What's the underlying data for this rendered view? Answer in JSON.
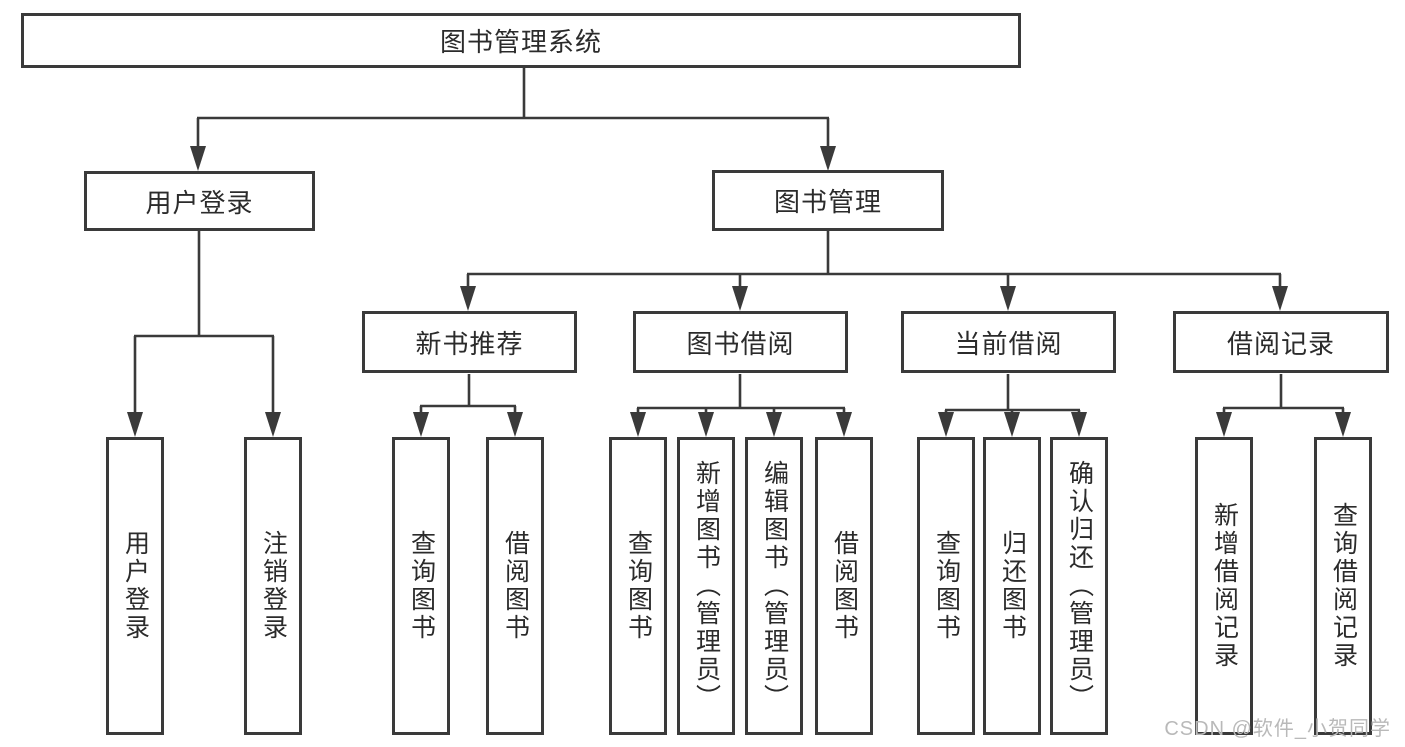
{
  "tree": {
    "root": "图书管理系统",
    "children": [
      {
        "label": "用户登录",
        "children": [
          "用户登录",
          "注销登录"
        ]
      },
      {
        "label": "图书管理",
        "children": [
          {
            "label": "新书推荐",
            "children": [
              "查询图书",
              "借阅图书"
            ]
          },
          {
            "label": "图书借阅",
            "children": [
              "查询图书",
              "新增图书（管理员）",
              "编辑图书（管理员）",
              "借阅图书"
            ]
          },
          {
            "label": "当前借阅",
            "children": [
              "查询图书",
              "归还图书",
              "确认归还（管理员）"
            ]
          },
          {
            "label": "借阅记录",
            "children": [
              "新增借阅记录",
              "查询借阅记录"
            ]
          }
        ]
      }
    ]
  },
  "watermark": {
    "text": "CSDN @软件_小贺同学"
  },
  "colors": {
    "line": "#3a3a3a",
    "box_border": "#3a3a3a",
    "text": "#2b2b2b",
    "watermark": "#b9b9b9",
    "background": "#ffffff"
  }
}
